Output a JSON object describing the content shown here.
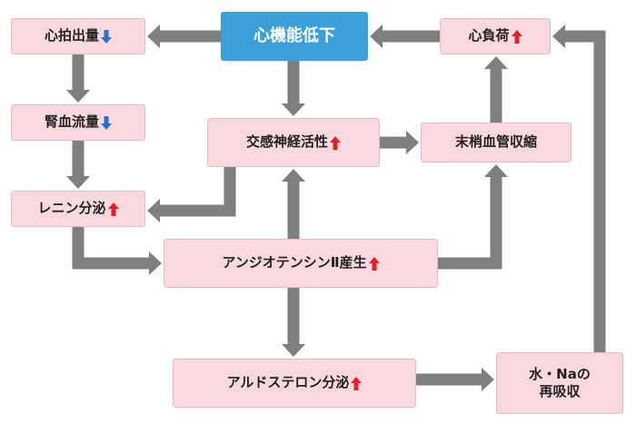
{
  "colors": {
    "main_node": "#3d9fd7",
    "node_fill": "#f9d9e0",
    "arrow": "#7f7f7f",
    "increase": "#e0202a",
    "decrease": "#2f6fc4"
  },
  "nodes": {
    "cardiac_dysfunction": {
      "label": "心機能低下"
    },
    "cardiac_output": {
      "label": "心拍出量",
      "indicator": "decrease"
    },
    "cardiac_load": {
      "label": "心負荷",
      "indicator": "increase"
    },
    "renal_blood_flow": {
      "label": "腎血流量",
      "indicator": "decrease"
    },
    "sympathetic": {
      "label": "交感神経活性",
      "indicator": "increase"
    },
    "vasoconstriction": {
      "label": "末梢血管収縮"
    },
    "renin": {
      "label": "レニン分泌",
      "indicator": "increase"
    },
    "angiotensin": {
      "label": "アンジオテンシンⅡ産生",
      "indicator": "increase"
    },
    "aldosterone": {
      "label": "アルドステロン分泌",
      "indicator": "increase"
    },
    "water_na": {
      "line1": "水・Naの",
      "line2": "再吸収"
    }
  },
  "edges": [
    [
      "cardiac_dysfunction",
      "cardiac_output"
    ],
    [
      "cardiac_dysfunction",
      "sympathetic"
    ],
    [
      "cardiac_load",
      "cardiac_dysfunction"
    ],
    [
      "cardiac_output",
      "renal_blood_flow"
    ],
    [
      "renal_blood_flow",
      "renin"
    ],
    [
      "sympathetic",
      "vasoconstriction"
    ],
    [
      "sympathetic",
      "renin"
    ],
    [
      "vasoconstriction",
      "cardiac_load"
    ],
    [
      "renin",
      "angiotensin"
    ],
    [
      "angiotensin",
      "sympathetic"
    ],
    [
      "angiotensin",
      "vasoconstriction"
    ],
    [
      "angiotensin",
      "aldosterone"
    ],
    [
      "aldosterone",
      "water_na"
    ],
    [
      "water_na",
      "cardiac_load"
    ]
  ]
}
